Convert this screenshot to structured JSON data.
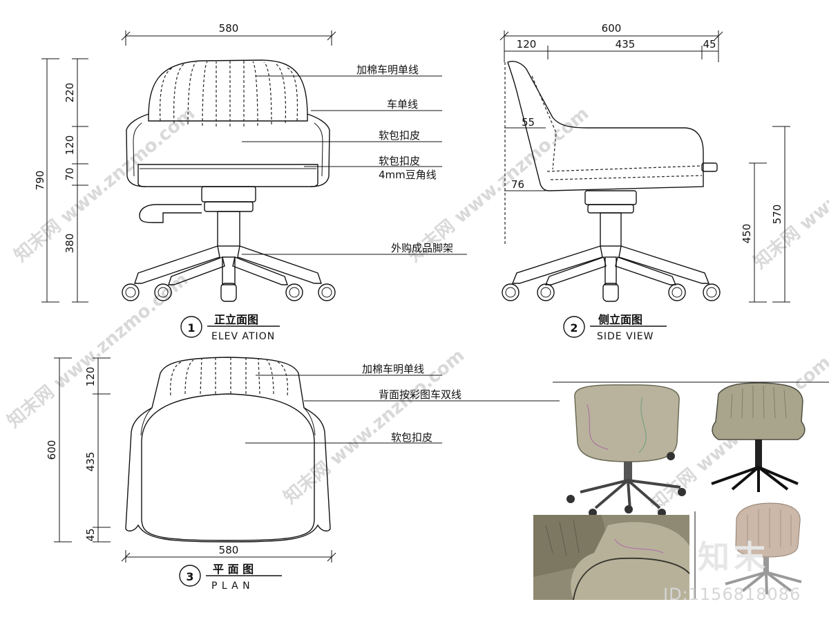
{
  "elevation": {
    "num": "1",
    "title": "正立面图",
    "subtitle": "ELEV ATION",
    "width_dim": "580",
    "height_dims": [
      "220",
      "120",
      "70",
      "380"
    ],
    "total_dim": "790",
    "labels": [
      "加棉车明单线",
      "车单线",
      "软包扣皮",
      "软包扣皮",
      "4mm豆角线",
      "外购成品脚架"
    ]
  },
  "side": {
    "num": "2",
    "title": "侧立面图",
    "subtitle": "SIDE VIEW",
    "total_width": "600",
    "widths": [
      "120",
      "435",
      "45"
    ],
    "angles": [
      "55",
      "76"
    ],
    "heights": [
      "450",
      "570"
    ]
  },
  "plan": {
    "num": "3",
    "title": "平 面 图",
    "subtitle": "P L A N",
    "width_dim": "580",
    "depth_dims": [
      "120",
      "435",
      "45"
    ],
    "total_depth": "600",
    "labels": [
      "加棉车明单线",
      "背面按彩图车双线",
      "软包扣皮"
    ]
  },
  "watermark": {
    "brand": "知末",
    "id": "ID:1156818086",
    "text": "知末网 www.znzmo.com"
  },
  "colors": {
    "line": "#111111",
    "fabric": "#b9b39d",
    "leather": "#cbb8a8"
  }
}
